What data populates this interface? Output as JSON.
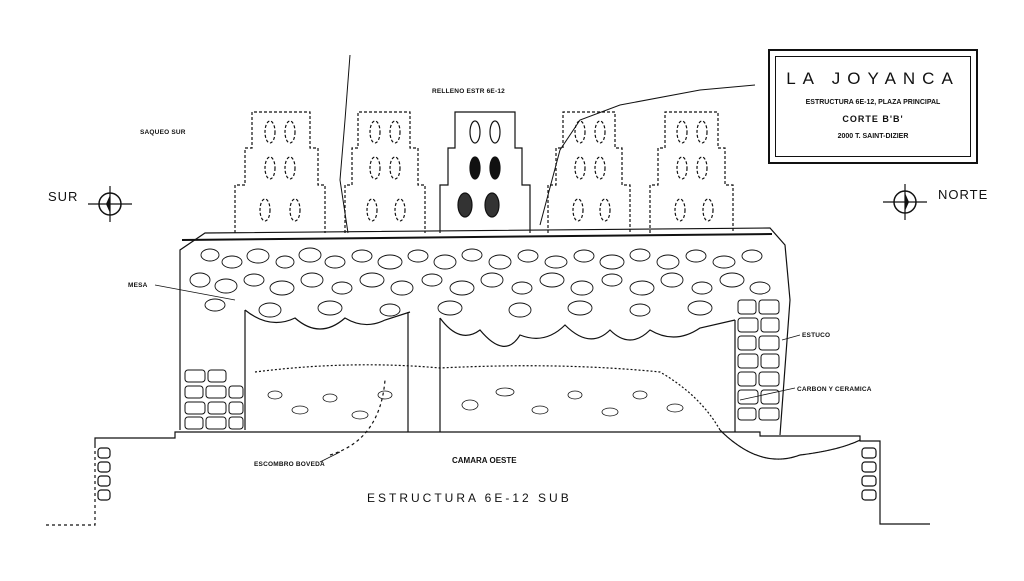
{
  "title_block": {
    "site": "LA JOYANCA",
    "structure": "ESTRUCTURA 6E-12, PLAZA PRINCIPAL",
    "section": "CORTE B'B'",
    "credit": "2000 T. SAINT-DIZIER"
  },
  "labels": {
    "south": "SUR",
    "north": "NORTE",
    "relleno": "RELLENO ESTR 6E-12",
    "saqueo": "SAQUEO SUR",
    "mesa": "MESA",
    "estuco": "ESTUCO",
    "carbon": "CARBON Y CERAMICA",
    "escombro": "ESCOMBRO BOVEDA",
    "camara": "CAMARA OESTE",
    "bottom_title": "ESTRUCTURA 6E-12 SUB"
  },
  "icons": {
    "compass_left": "north-arrow-icon",
    "compass_right": "north-arrow-icon"
  }
}
